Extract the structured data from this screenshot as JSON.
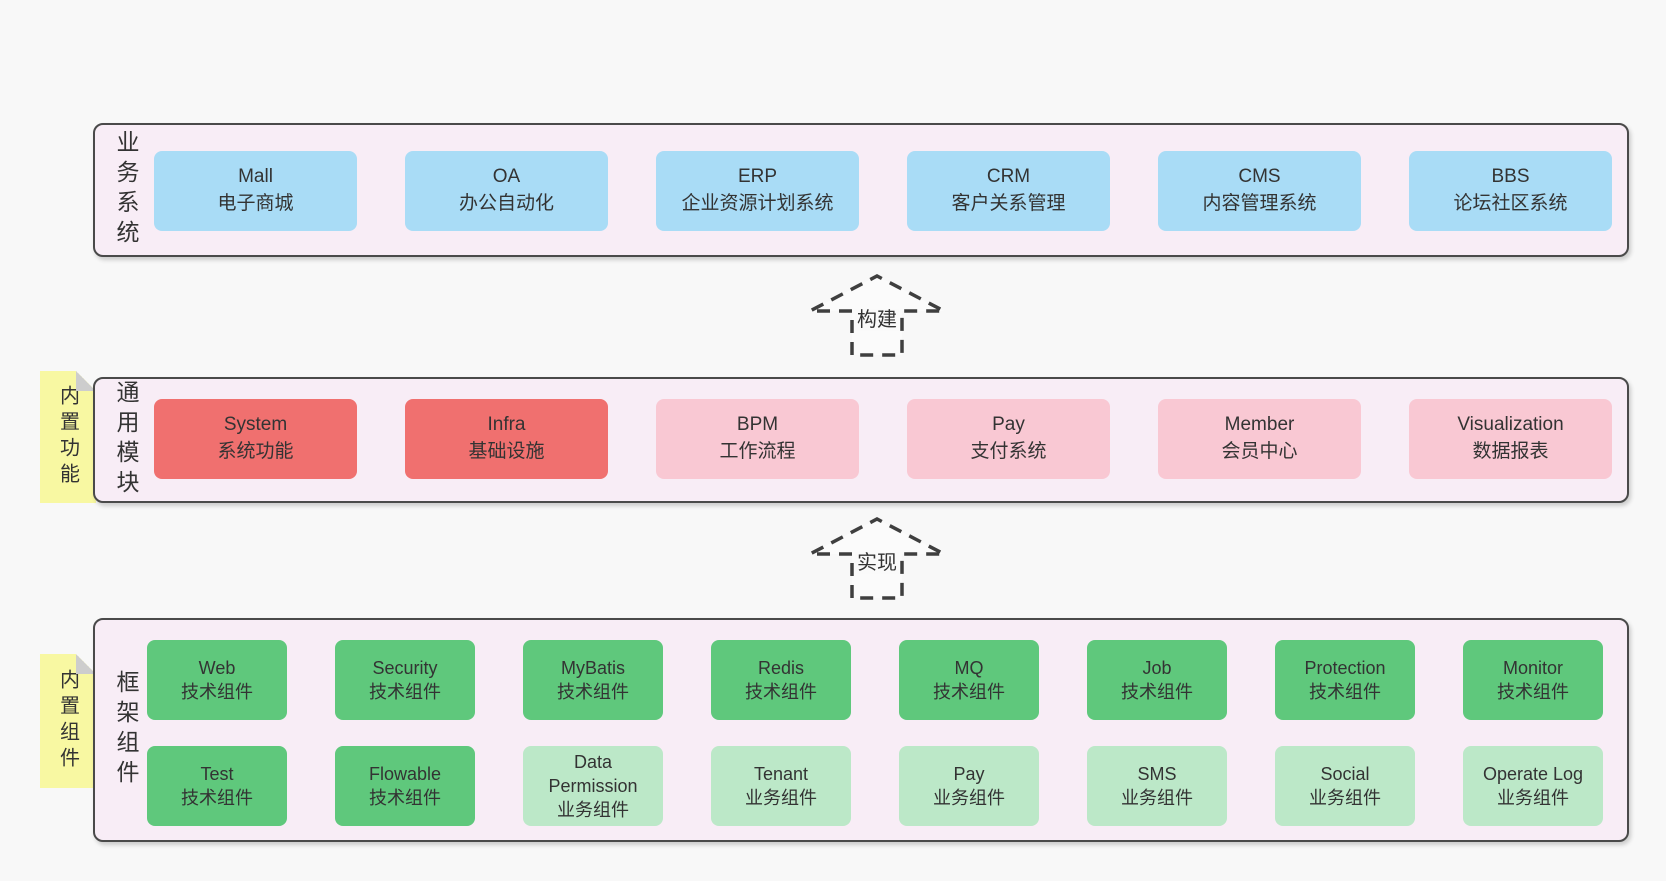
{
  "diagram": {
    "rows": {
      "business": {
        "side_label": "业务系统",
        "boxes": [
          {
            "title": "Mall",
            "subtitle": "电子商城"
          },
          {
            "title": "OA",
            "subtitle": "办公自动化"
          },
          {
            "title": "ERP",
            "subtitle": "企业资源计划系统"
          },
          {
            "title": "CRM",
            "subtitle": "客户关系管理"
          },
          {
            "title": "CMS",
            "subtitle": "内容管理系统"
          },
          {
            "title": "BBS",
            "subtitle": "论坛社区系统"
          }
        ]
      },
      "modules": {
        "side_label": "通用模块",
        "note": "内置功能",
        "boxes": [
          {
            "title": "System",
            "subtitle": "系统功能"
          },
          {
            "title": "Infra",
            "subtitle": "基础设施"
          },
          {
            "title": "BPM",
            "subtitle": "工作流程"
          },
          {
            "title": "Pay",
            "subtitle": "支付系统"
          },
          {
            "title": "Member",
            "subtitle": "会员中心"
          },
          {
            "title": "Visualization",
            "subtitle": "数据报表"
          }
        ]
      },
      "framework": {
        "side_label": "框架组件",
        "note": "内置组件",
        "row1": [
          {
            "title": "Web",
            "subtitle": "技术组件"
          },
          {
            "title": "Security",
            "subtitle": "技术组件"
          },
          {
            "title": "MyBatis",
            "subtitle": "技术组件"
          },
          {
            "title": "Redis",
            "subtitle": "技术组件"
          },
          {
            "title": "MQ",
            "subtitle": "技术组件"
          },
          {
            "title": "Job",
            "subtitle": "技术组件"
          },
          {
            "title": "Protection",
            "subtitle": "技术组件"
          },
          {
            "title": "Monitor",
            "subtitle": "技术组件"
          }
        ],
        "row2": [
          {
            "title": "Test",
            "subtitle": "技术组件"
          },
          {
            "title": "Flowable",
            "subtitle": "技术组件"
          },
          {
            "title": "Data Permission",
            "subtitle": "业务组件"
          },
          {
            "title": "Tenant",
            "subtitle": "业务组件"
          },
          {
            "title": "Pay",
            "subtitle": "业务组件"
          },
          {
            "title": "SMS",
            "subtitle": "业务组件"
          },
          {
            "title": "Social",
            "subtitle": "业务组件"
          },
          {
            "title": "Operate Log",
            "subtitle": "业务组件"
          }
        ]
      }
    },
    "arrows": {
      "build": "构建",
      "implement": "实现"
    },
    "colors": {
      "panel_bg": "#f8edf6",
      "panel_border": "#4a4a4a",
      "blue": "#a9dcf6",
      "red": "#f0706f",
      "pink": "#f9c8d3",
      "green": "#5fc87c",
      "light_green": "#bce8c8",
      "note_yellow": "#f8f8a2",
      "page_bg": "#f8f8f8"
    }
  }
}
